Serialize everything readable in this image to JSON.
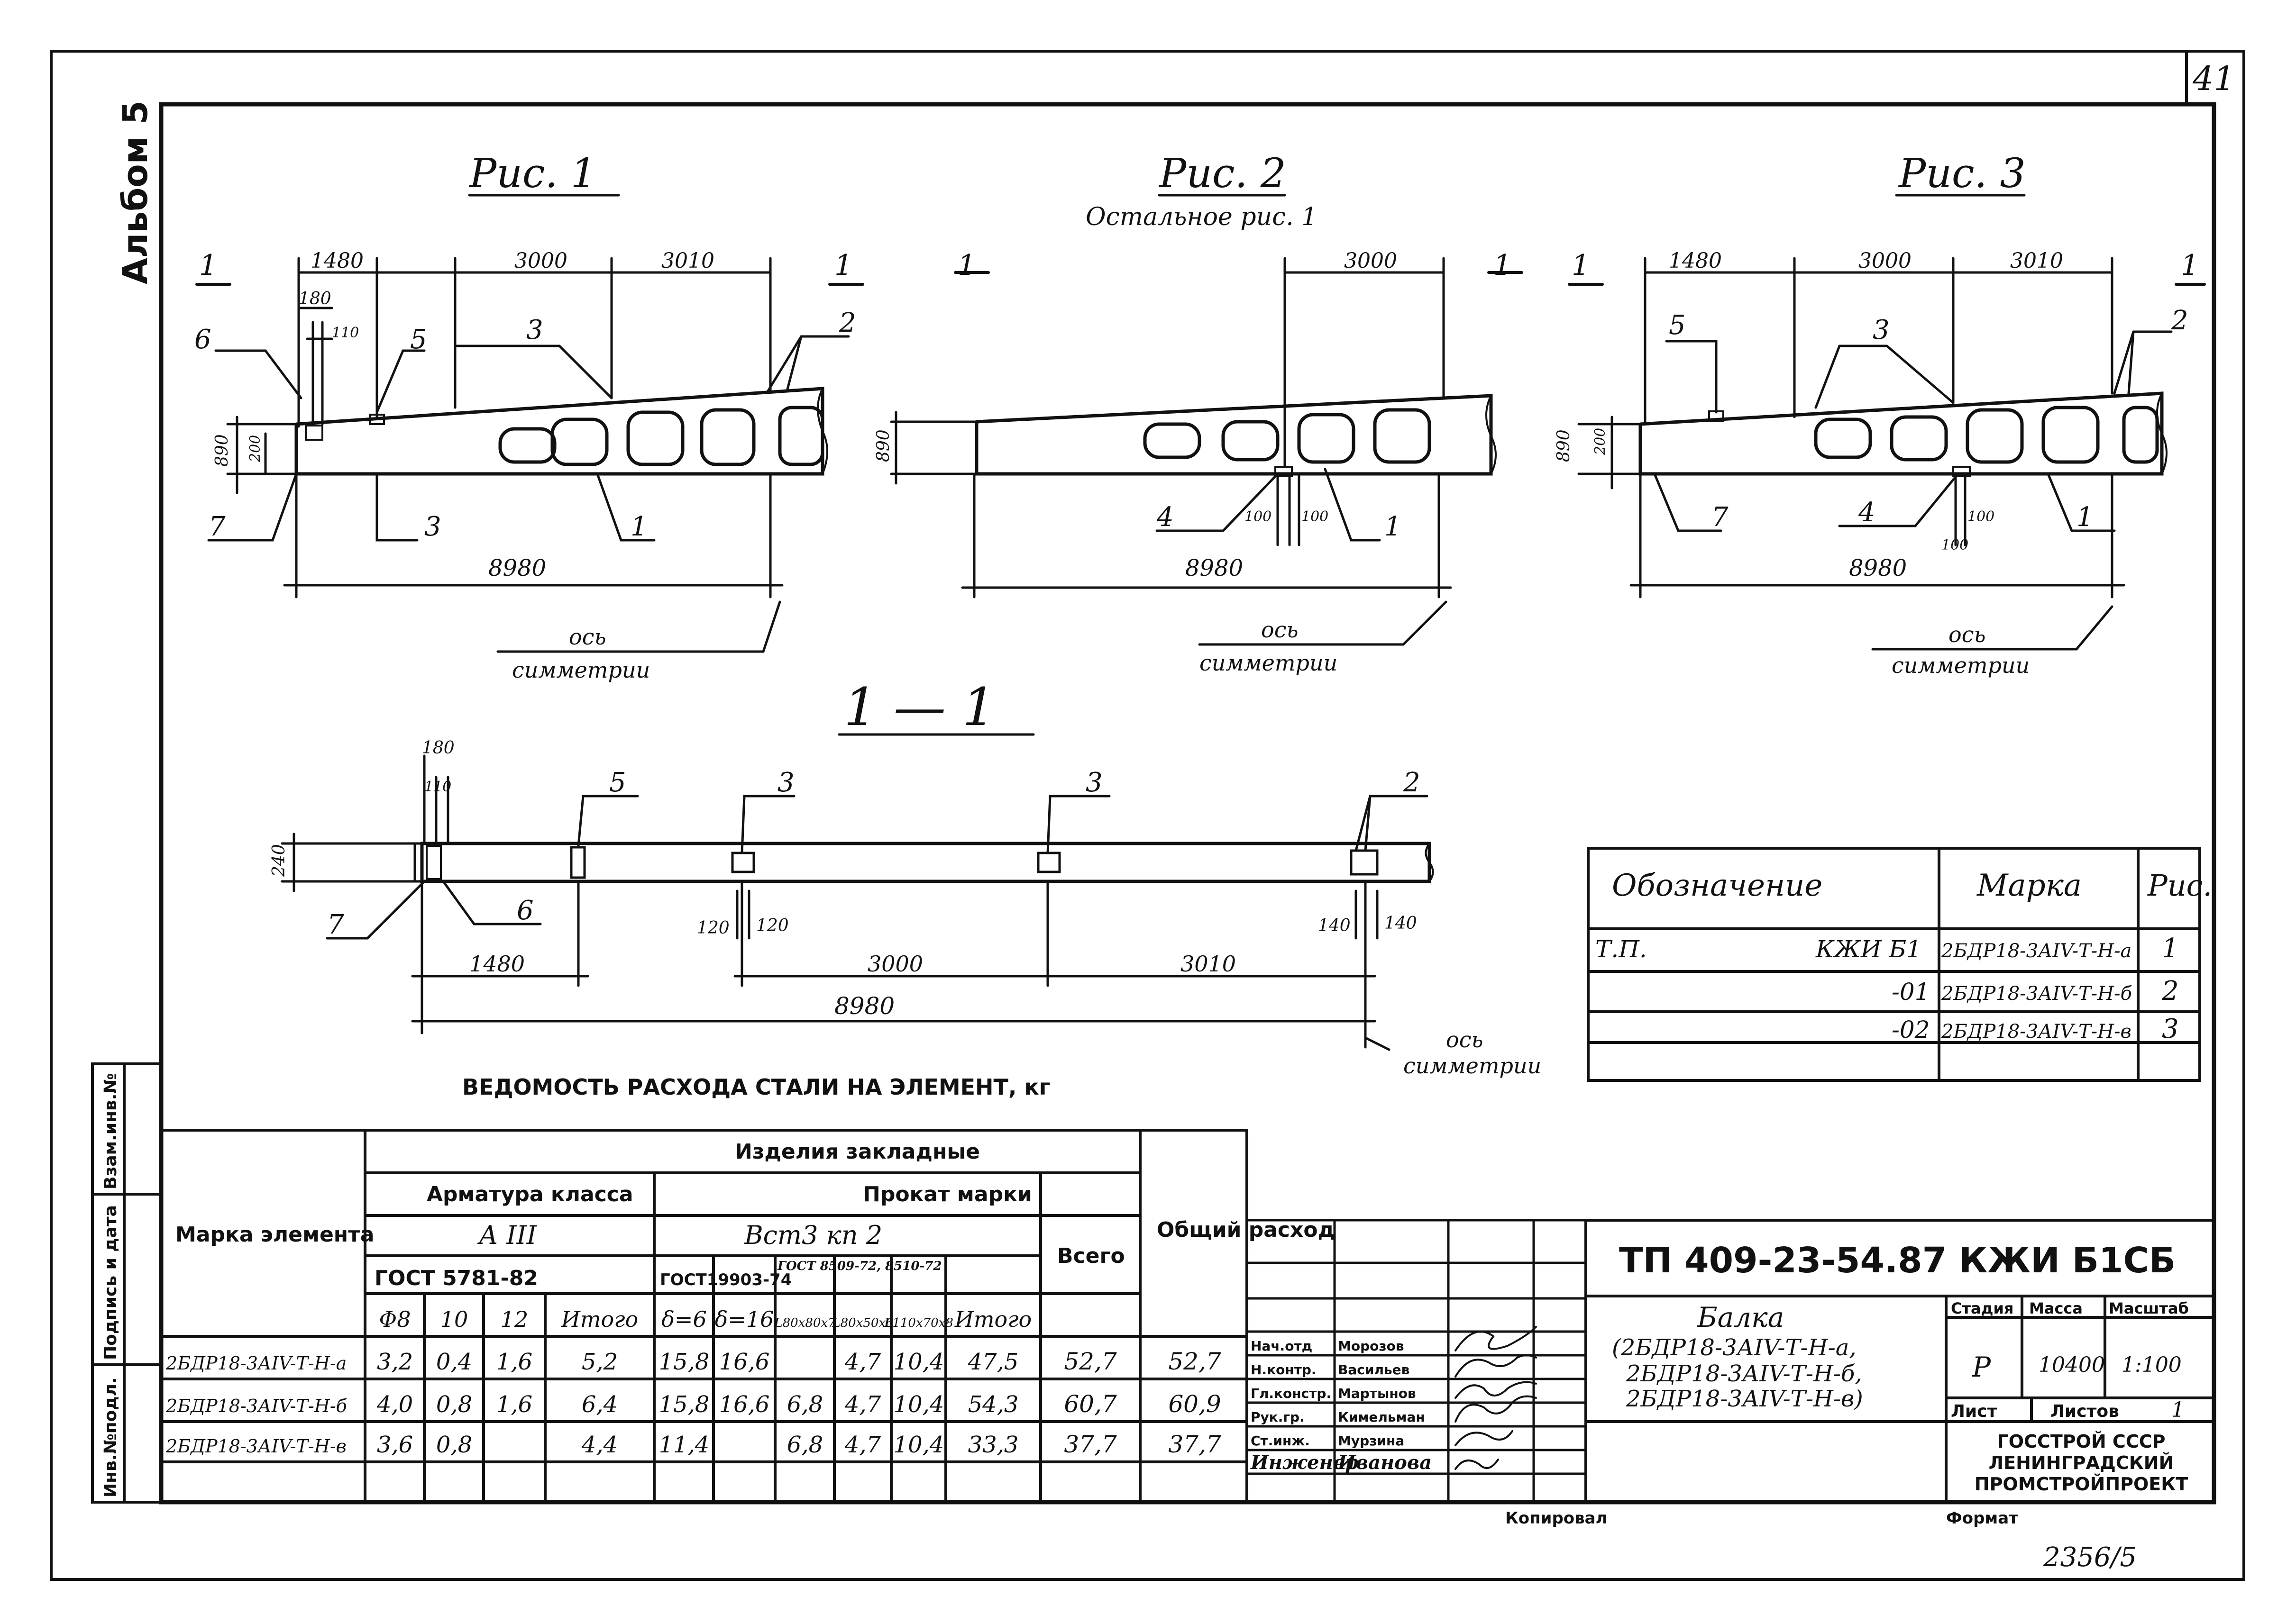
{
  "sheet": {
    "page_number": "41",
    "album": "Альбом 5",
    "bottom_number": "2356/5",
    "copied_by": "Копировал",
    "format_label": "Формат"
  },
  "figures": {
    "fig1_title": "Рис. 1",
    "fig2_title": "Рис. 2",
    "fig2_subtitle": "Остальное рис. 1",
    "fig3_title": "Рис. 3",
    "section_title": "1 — 1",
    "section_mark": "1",
    "axis_line1": "ось",
    "axis_line2": "симметрии",
    "dim_1480": "1480",
    "dim_3000": "3000",
    "dim_3010": "3010",
    "dim_8980": "8980",
    "dim_180": "180",
    "dim_110": "110",
    "dim_890": "890",
    "dim_200": "200",
    "dim_100": "100",
    "dim_240": "240",
    "dim_120": "120",
    "dim_140": "140",
    "pos_1": "1",
    "pos_2": "2",
    "pos_3": "3",
    "pos_4": "4",
    "pos_5": "5",
    "pos_6": "6",
    "pos_7": "7"
  },
  "designation_table": {
    "headers": [
      "Обозначение",
      "Марка",
      "Рис."
    ],
    "rows": [
      {
        "prefix": "Т.П.",
        "code": "КЖИ Б1",
        "mark": "2БДР18-3АIV-Т-Н-а",
        "fig": "1"
      },
      {
        "prefix": "",
        "code": "-01",
        "mark": "2БДР18-3АIV-Т-Н-б",
        "fig": "2"
      },
      {
        "prefix": "",
        "code": "-02",
        "mark": "2БДР18-3АIV-Т-Н-в",
        "fig": "3"
      }
    ]
  },
  "steel_table": {
    "title": "ВЕДОМОСТЬ РАСХОДА СТАЛИ НА ЭЛЕМЕНТ, кг",
    "col_mark": "Марка элемента",
    "group_embedded": "Изделия закладные",
    "group_rebar": "Арматура класса",
    "group_rolled": "Прокат марки",
    "rebar_class": "А III",
    "rolled_grade": "Вст3 кп 2",
    "rebar_gost": "ГОСТ 5781-82",
    "rolled_gost1": "ГОСТ19903-74",
    "rolled_gost2": "ГОСТ 8509-72, 8510-72",
    "col_total": "Всего",
    "col_overall": "Общий расход",
    "sub_headers": [
      "Φ8",
      "10",
      "12",
      "Итого",
      "δ=6",
      "δ=16",
      "L80x80x7",
      "L80x50x6",
      "L110x70x8",
      "Итого"
    ],
    "rows": [
      {
        "mark": "2БДР18-3АIV-Т-Н-а",
        "cells": [
          "3,2",
          "0,4",
          "1,6",
          "5,2",
          "15,8",
          "16,6",
          "",
          "4,7",
          "10,4",
          "47,5"
        ],
        "total": "52,7",
        "overall": "52,7"
      },
      {
        "mark": "2БДР18-3АIV-Т-Н-б",
        "cells": [
          "4,0",
          "0,8",
          "1,6",
          "6,4",
          "15,8",
          "16,6",
          "6,8",
          "4,7",
          "10,4",
          "54,3"
        ],
        "total": "60,7",
        "overall": "60,9"
      },
      {
        "mark": "2БДР18-3АIV-Т-Н-в",
        "cells": [
          "3,6",
          "0,8",
          "",
          "4,4",
          "11,4",
          "",
          "6,8",
          "4,7",
          "10,4",
          "33,3"
        ],
        "total": "37,7",
        "overall": "37,7"
      }
    ]
  },
  "side_stamp": {
    "labels": [
      "Инв.№подл.",
      "Подпись и дата",
      "Взам.инв.№"
    ]
  },
  "signatures": [
    {
      "role": "Нач.отд",
      "name": "Морозов"
    },
    {
      "role": "Н.контр.",
      "name": "Васильев"
    },
    {
      "role": "Гл.констр.",
      "name": "Мартынов"
    },
    {
      "role": "Рук.гр.",
      "name": "Кимельман"
    },
    {
      "role": "Ст.инж.",
      "name": "Мурзина"
    },
    {
      "role": "Инженер",
      "name": "Иванова"
    }
  ],
  "title_block": {
    "code": "ТП 409-23-54.87 КЖИ Б1СБ",
    "name": "Балка",
    "marks": [
      "(2БДР18-3АIV-Т-Н-а,",
      "2БДР18-3АIV-Т-Н-б,",
      "2БДР18-3АIV-Т-Н-в)"
    ],
    "stage_label": "Стадия",
    "mass_label": "Масса",
    "scale_label": "Масштаб",
    "stage": "Р",
    "mass": "10400",
    "scale": "1:100",
    "sheet_label": "Лист",
    "sheets_label": "Листов",
    "sheets": "1",
    "org": [
      "ГОССТРОЙ СССР",
      "ЛЕНИНГРАДСКИЙ",
      "ПРОМСТРОЙПРОЕКТ"
    ]
  }
}
